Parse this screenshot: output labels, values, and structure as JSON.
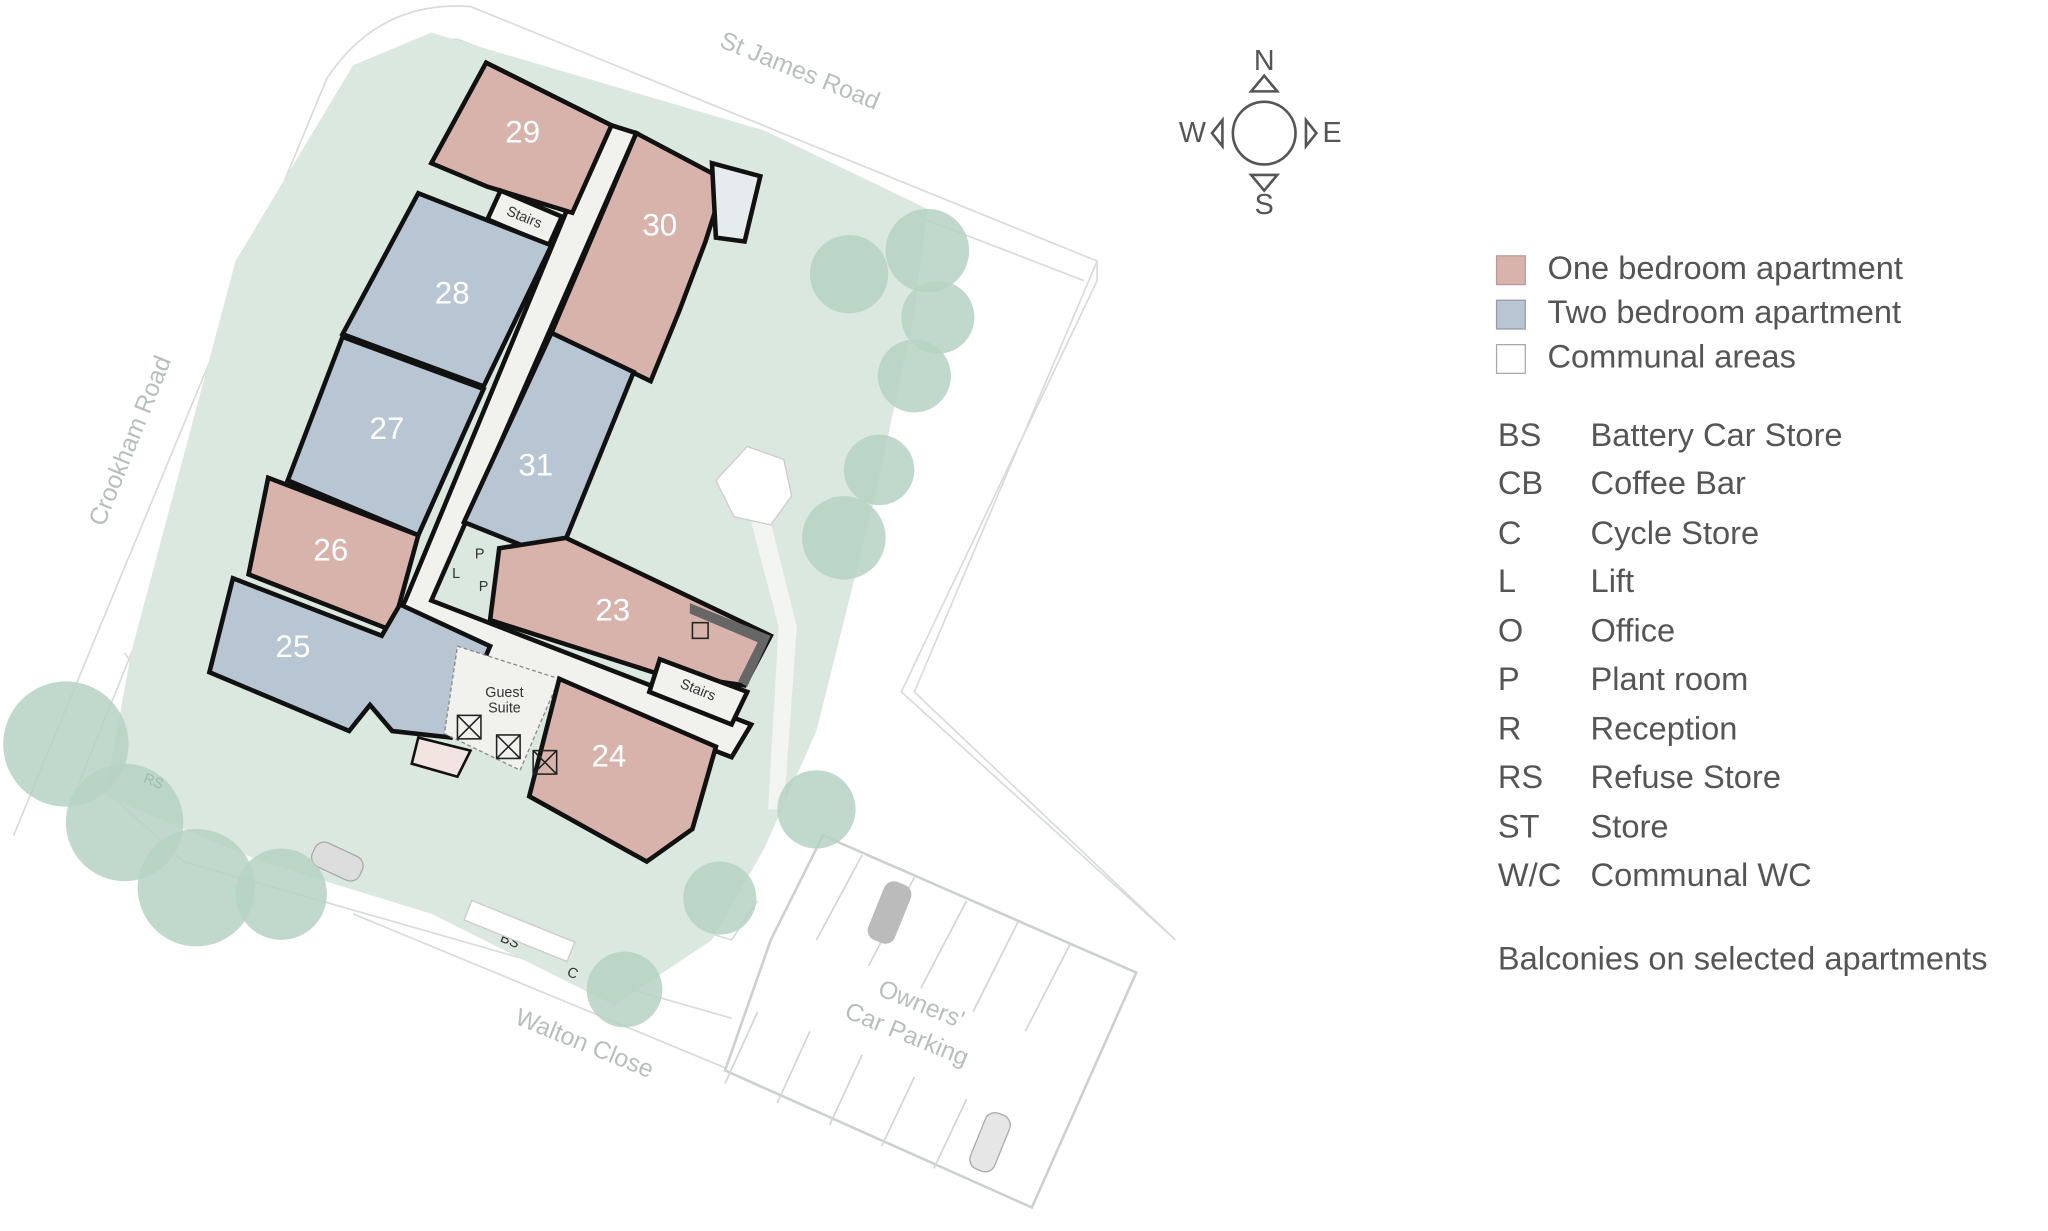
{
  "roads": {
    "st_james": "St James Road",
    "crookham": "Crookham Road",
    "walton": "Walton Close",
    "parking_line1": "Owners'",
    "parking_line2": "Car Parking"
  },
  "compass": {
    "n": "N",
    "e": "E",
    "s": "S",
    "w": "W"
  },
  "units": [
    {
      "number": "29",
      "type": "one"
    },
    {
      "number": "30",
      "type": "one"
    },
    {
      "number": "28",
      "type": "two"
    },
    {
      "number": "27",
      "type": "two"
    },
    {
      "number": "31",
      "type": "two"
    },
    {
      "number": "26",
      "type": "one"
    },
    {
      "number": "25",
      "type": "two"
    },
    {
      "number": "23",
      "type": "one"
    },
    {
      "number": "24",
      "type": "one"
    }
  ],
  "plan_labels": {
    "stairs_1": "Stairs",
    "stairs_2": "Stairs",
    "guest_1": "Guest",
    "guest_2": "Suite",
    "plant_1": "P",
    "plant_2": "P",
    "lift": "L",
    "refuse": "RS",
    "battery": "BS",
    "cycle": "C"
  },
  "colors": {
    "one_bedroom": "#d8b3ab",
    "two_bedroom": "#b8c5d3",
    "communal": "#ffffff",
    "garden": "#dbe8df",
    "corridor": "#f1f2ee"
  },
  "legend": {
    "types": [
      {
        "label": "One bedroom apartment"
      },
      {
        "label": "Two bedroom apartment"
      },
      {
        "label": "Communal areas"
      }
    ],
    "abbreviations": [
      {
        "code": "BS",
        "meaning": "Battery Car Store"
      },
      {
        "code": "CB",
        "meaning": "Coffee Bar"
      },
      {
        "code": "C",
        "meaning": "Cycle Store"
      },
      {
        "code": "L",
        "meaning": "Lift"
      },
      {
        "code": "O",
        "meaning": "Office"
      },
      {
        "code": "P",
        "meaning": "Plant room"
      },
      {
        "code": "R",
        "meaning": "Reception"
      },
      {
        "code": "RS",
        "meaning": "Refuse Store"
      },
      {
        "code": "ST",
        "meaning": "Store"
      },
      {
        "code": "W/C",
        "meaning": "Communal WC"
      }
    ],
    "note": "Balconies on selected apartments"
  }
}
